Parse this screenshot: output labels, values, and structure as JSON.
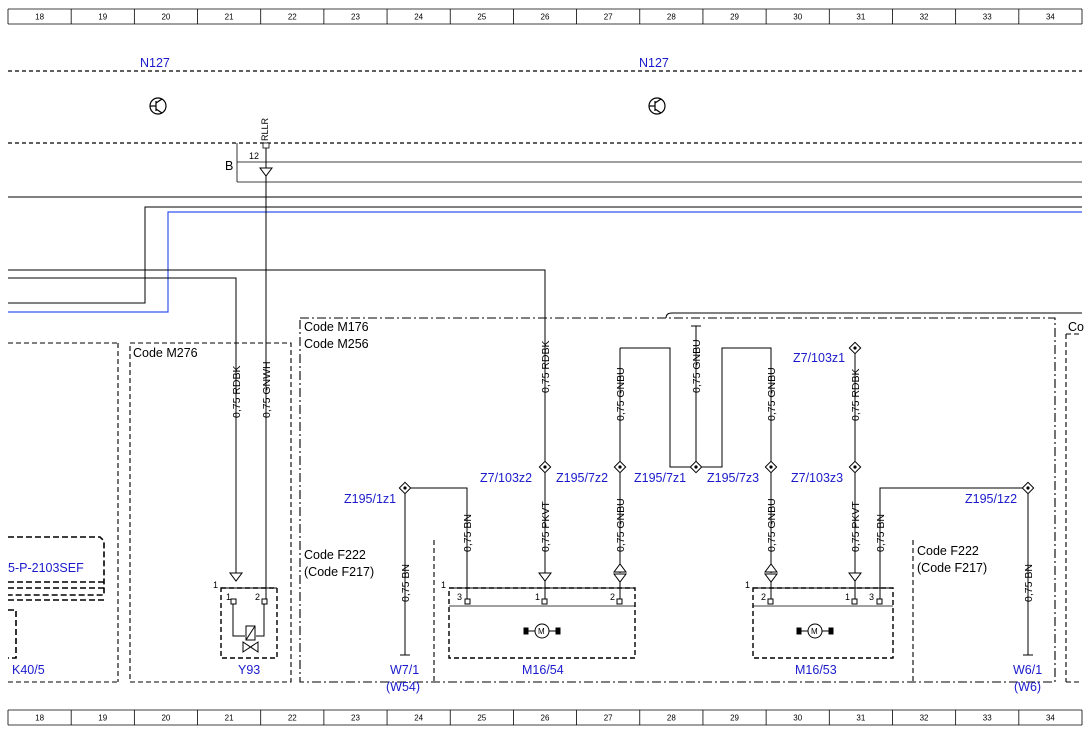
{
  "colors": {
    "ink": "#000000",
    "blue": "#1a1acc",
    "wire_blue": "#3355ee"
  },
  "ruler_numbers": [
    "18",
    "19",
    "20",
    "21",
    "22",
    "23",
    "24",
    "25",
    "26",
    "27",
    "28",
    "29",
    "30",
    "31",
    "32",
    "33",
    "34"
  ],
  "modules": {
    "n127_left": "N127",
    "n127_right": "N127"
  },
  "top_connector": {
    "pin_name": "RLLR",
    "pin_no": "12",
    "bus_label": "B"
  },
  "sections": {
    "code_m276": "Code M276",
    "code_m176": "Code M176",
    "code_m256": "Code M256",
    "code_right_cut": "Co",
    "code_f222_left": "Code F222",
    "code_f217_left": "(Code F217)",
    "code_f222_right": "Code F222",
    "code_f217_right": "(Code F217)"
  },
  "connector_left": "5-P-2103SEF",
  "wires": {
    "rdbk_y93": "0,75 RDBK",
    "gnwh_y93": "0,75 GNWH",
    "rdbk_top": "0,75 RDBK",
    "gnbu_a": "0,75 GNBU",
    "gnbu_b": "0,75 GNBU",
    "gnbu_c": "0,75 GNBU",
    "rdbk_right": "0,75 RDBK",
    "bn_w7": "0,75 BN",
    "bn_m1654": "0,75 BN",
    "pkvt_m1654": "0,75 PKVT",
    "gnbu_m1654": "0,75 GNBU",
    "gnbu_m1653": "0,75 GNBU",
    "pkvt_m1653": "0,75 PKVT",
    "bn_m1653": "0,75 BN",
    "bn_w6": "0,75 BN"
  },
  "nodes": {
    "z195_1z1": "Z195/1z1",
    "z7_103z2": "Z7/103z2",
    "z195_7z2": "Z195/7z2",
    "z195_7z1": "Z195/7z1",
    "z195_7z3": "Z195/7z3",
    "z7_103z3": "Z7/103z3",
    "z7_103z1": "Z7/103z1",
    "z195_1z2": "Z195/1z2"
  },
  "components": {
    "k40_5": "K40/5",
    "y93": "Y93",
    "w7_1": "W7/1",
    "w54": "(W54)",
    "m16_54": "M16/54",
    "m16_53": "M16/53",
    "w6_1": "W6/1",
    "w6": "(W6)"
  },
  "pins": {
    "y93_outer": "1",
    "y93_p1": "1",
    "y93_p2": "2",
    "m1654_outer": "1",
    "m1654_p3": "3",
    "m1654_p1": "1",
    "m1654_p2": "2",
    "m1653_outer": "1",
    "m1653_p2": "2",
    "m1653_p1": "1",
    "m1653_p3": "3"
  },
  "motor_symbol": "M"
}
